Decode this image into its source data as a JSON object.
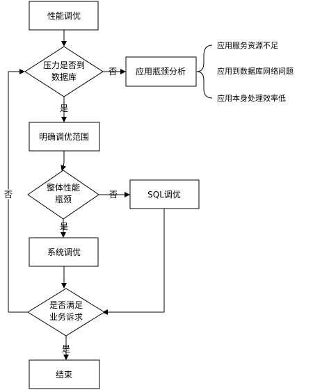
{
  "nodes": {
    "start": "性能调优",
    "q_db_line1": "压力是否到",
    "q_db_line2": "数据库",
    "app_bottleneck": "应用瓶颈分析",
    "scope": "明确调优范围",
    "q_overall_line1": "整体性能",
    "q_overall_line2": "瓶颈",
    "sql_tuning": "SQL调优",
    "system_tuning": "系统调优",
    "q_meet_line1": "是否满足",
    "q_meet_line2": "业务诉求",
    "end": "结束"
  },
  "branches": {
    "app_reasons": [
      "应用服务资源不足",
      "应用到数据库网络问题",
      "应用本身处理效率低"
    ]
  },
  "edge_labels": {
    "yes": "是",
    "no": "否"
  }
}
